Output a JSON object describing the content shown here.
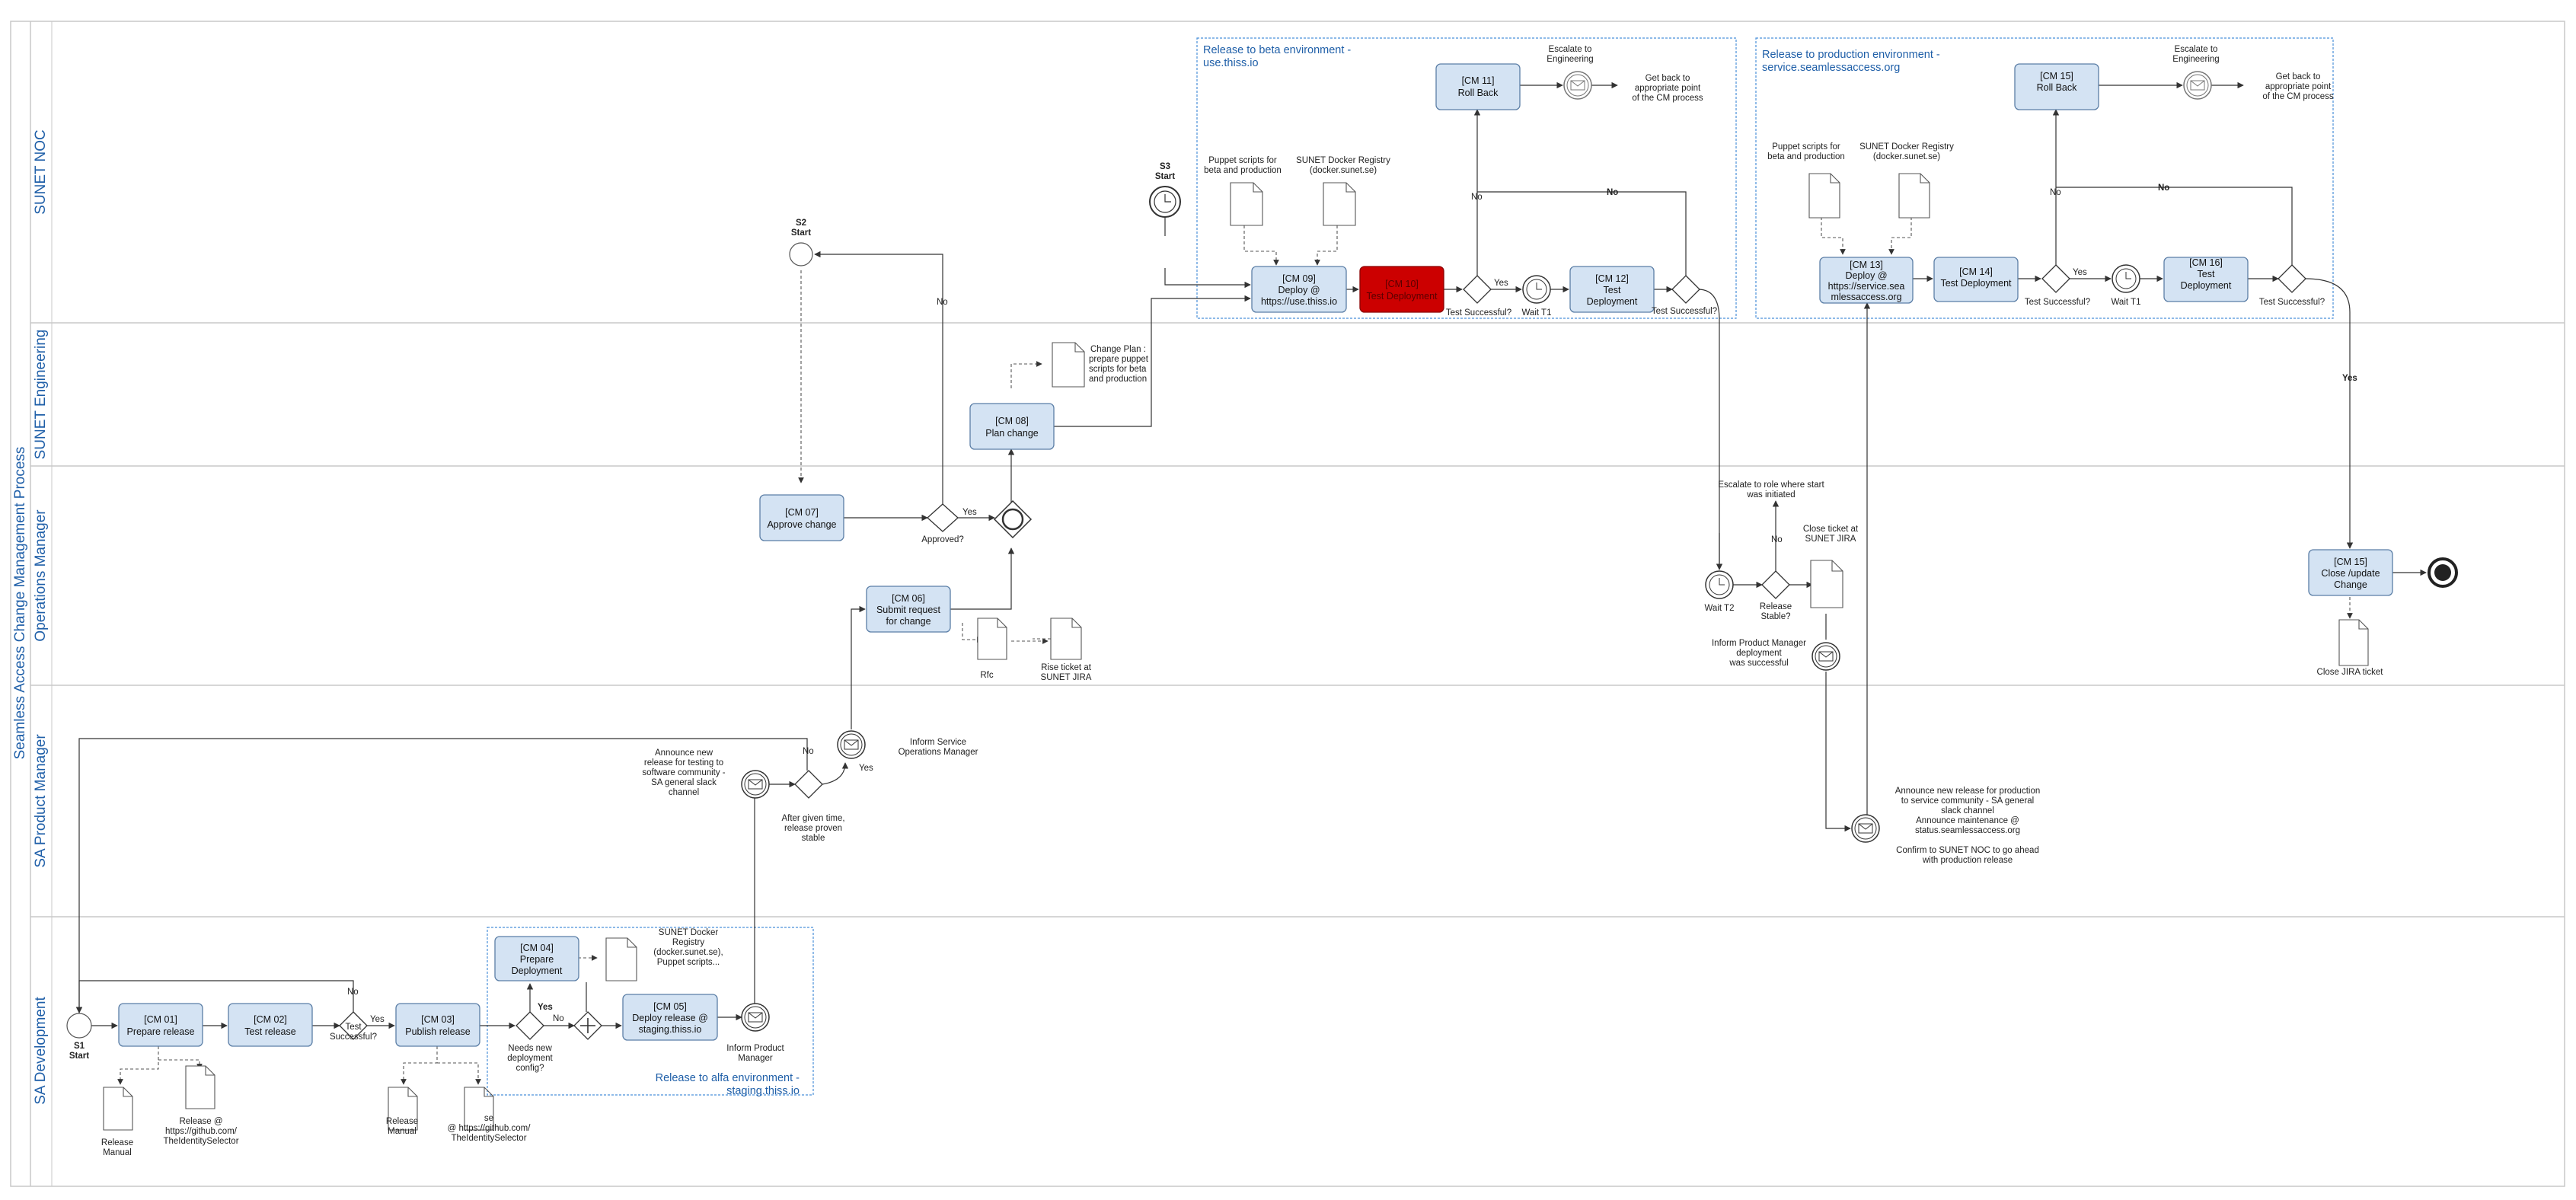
{
  "pool": {
    "title": "Seamless Access Change Management Process"
  },
  "lanes": {
    "noc": "SUNET NOC",
    "eng": "SUNET Engineering",
    "ops": "Operations Manager",
    "pm": "SA Product Manager",
    "dev": "SA Development"
  },
  "groups": {
    "beta": [
      "Release to beta environment -",
      "use.thiss.io"
    ],
    "prod": [
      "Release to production environment -",
      "service.seamlessaccess.org"
    ],
    "alfa": [
      "Release to alfa environment -",
      "staging.thiss.io"
    ]
  },
  "tasks": {
    "cm01": [
      "[CM 01]",
      "Prepare release"
    ],
    "cm02": [
      "[CM 02]",
      "Test release"
    ],
    "cm03": [
      "[CM 03]",
      "Publish release"
    ],
    "cm04": [
      "[CM 04]",
      "Prepare",
      "Deployment"
    ],
    "cm05": [
      "[CM 05]",
      "Deploy release @",
      "staging.thiss.io"
    ],
    "cm06": [
      "[CM 06]",
      "Submit request",
      "for change"
    ],
    "cm07": [
      "[CM 07]",
      "Approve change"
    ],
    "cm08": [
      "[CM 08]",
      "Plan change"
    ],
    "cm09": [
      "[CM 09]",
      "Deploy @",
      "https://use.thiss.io"
    ],
    "cm10": [
      "[CM 10]",
      "Test Deployment"
    ],
    "cm11": [
      "[CM 11]",
      "Roll Back"
    ],
    "cm12": [
      "[CM 12]",
      "Test",
      "Deployment"
    ],
    "cm13": [
      "[CM 13]",
      "Deploy @",
      "https://service.sea",
      "mlessaccess.org"
    ],
    "cm14": [
      "[CM 14]",
      "Test Deployment"
    ],
    "cm15r": [
      "[CM 15]",
      "Roll Back"
    ],
    "cm16": [
      "[CM 16]",
      "Test",
      "Deployment"
    ],
    "cm15c": [
      "[CM 15]",
      "Close /update",
      "Change"
    ]
  },
  "events": {
    "s1": [
      "S1",
      "Start"
    ],
    "s2": [
      "S2",
      "Start"
    ],
    "s3": [
      "S3",
      "Start"
    ]
  },
  "labels": {
    "gw_test_dev": [
      "Test",
      "Successful?"
    ],
    "needs_config": [
      "Needs new",
      "deployment",
      "config?"
    ],
    "approved": "Approved?",
    "test_succ": "Test Successful?",
    "wait_t1": "Wait T1",
    "wait_t2": "Wait T2",
    "release_stable": [
      "Release",
      "Stable?"
    ],
    "yes": "Yes",
    "no": "No"
  },
  "notes": {
    "escalate_eng": [
      "Escalate to",
      "Engineering"
    ],
    "get_back": [
      "Get back to",
      "appropriate point",
      "of the CM process"
    ],
    "puppet": [
      "Puppet scripts for",
      "beta and production"
    ],
    "docker": [
      "SUNET Docker Registry",
      "(docker.sunet.se)"
    ],
    "change_plan": [
      "Change Plan :",
      "prepare puppet",
      "scripts for beta",
      "and production"
    ],
    "rfc": "Rfc",
    "raise_ticket": [
      "Rise ticket at",
      "SUNET JIRA"
    ],
    "escalate_role": [
      "Escalate to role where start",
      "was initiated"
    ],
    "close_ticket": [
      "Close ticket at",
      "SUNET JIRA"
    ],
    "inform_pm_ok": [
      "Inform Product Manager",
      "deployment",
      "was successful"
    ],
    "close_jira": "Close JIRA ticket",
    "announce_test": [
      "Announce new",
      "release for testing to",
      "software community -",
      "SA general slack",
      "channel"
    ],
    "inform_ops": [
      "Inform Service",
      "Operations Manager"
    ],
    "after_time": [
      "After given time,",
      "release proven",
      "stable"
    ],
    "announce_prod": [
      "Announce new release for production",
      "to service community - SA general",
      "slack channel",
      "Announce maintenance @",
      "status.seamlessaccess.org",
      "",
      "Confirm to SUNET NOC to go ahead",
      "with production release"
    ],
    "docker_dev": [
      "SUNET Docker",
      "Registry",
      "(docker.sunet.se),",
      "Puppet scripts..."
    ],
    "inform_pm": [
      "Inform Product",
      "Manager"
    ],
    "release_manual": [
      "Release",
      "Manual"
    ],
    "release_github": [
      "Release @",
      "https://github.com/",
      "TheIdentitySelector"
    ],
    "release_manual2": [
      "Release",
      "Manual"
    ],
    "release_github2": [
      "se",
      "@ https://github.com/",
      "TheIdentitySelector"
    ]
  },
  "colors": {
    "task_fill": "#d4e3f3",
    "task_stroke": "#5b7ea6",
    "cm10_fill": "#cc0000",
    "group_stroke": "#4a90d9",
    "lane_text": "#1f5fa8"
  }
}
